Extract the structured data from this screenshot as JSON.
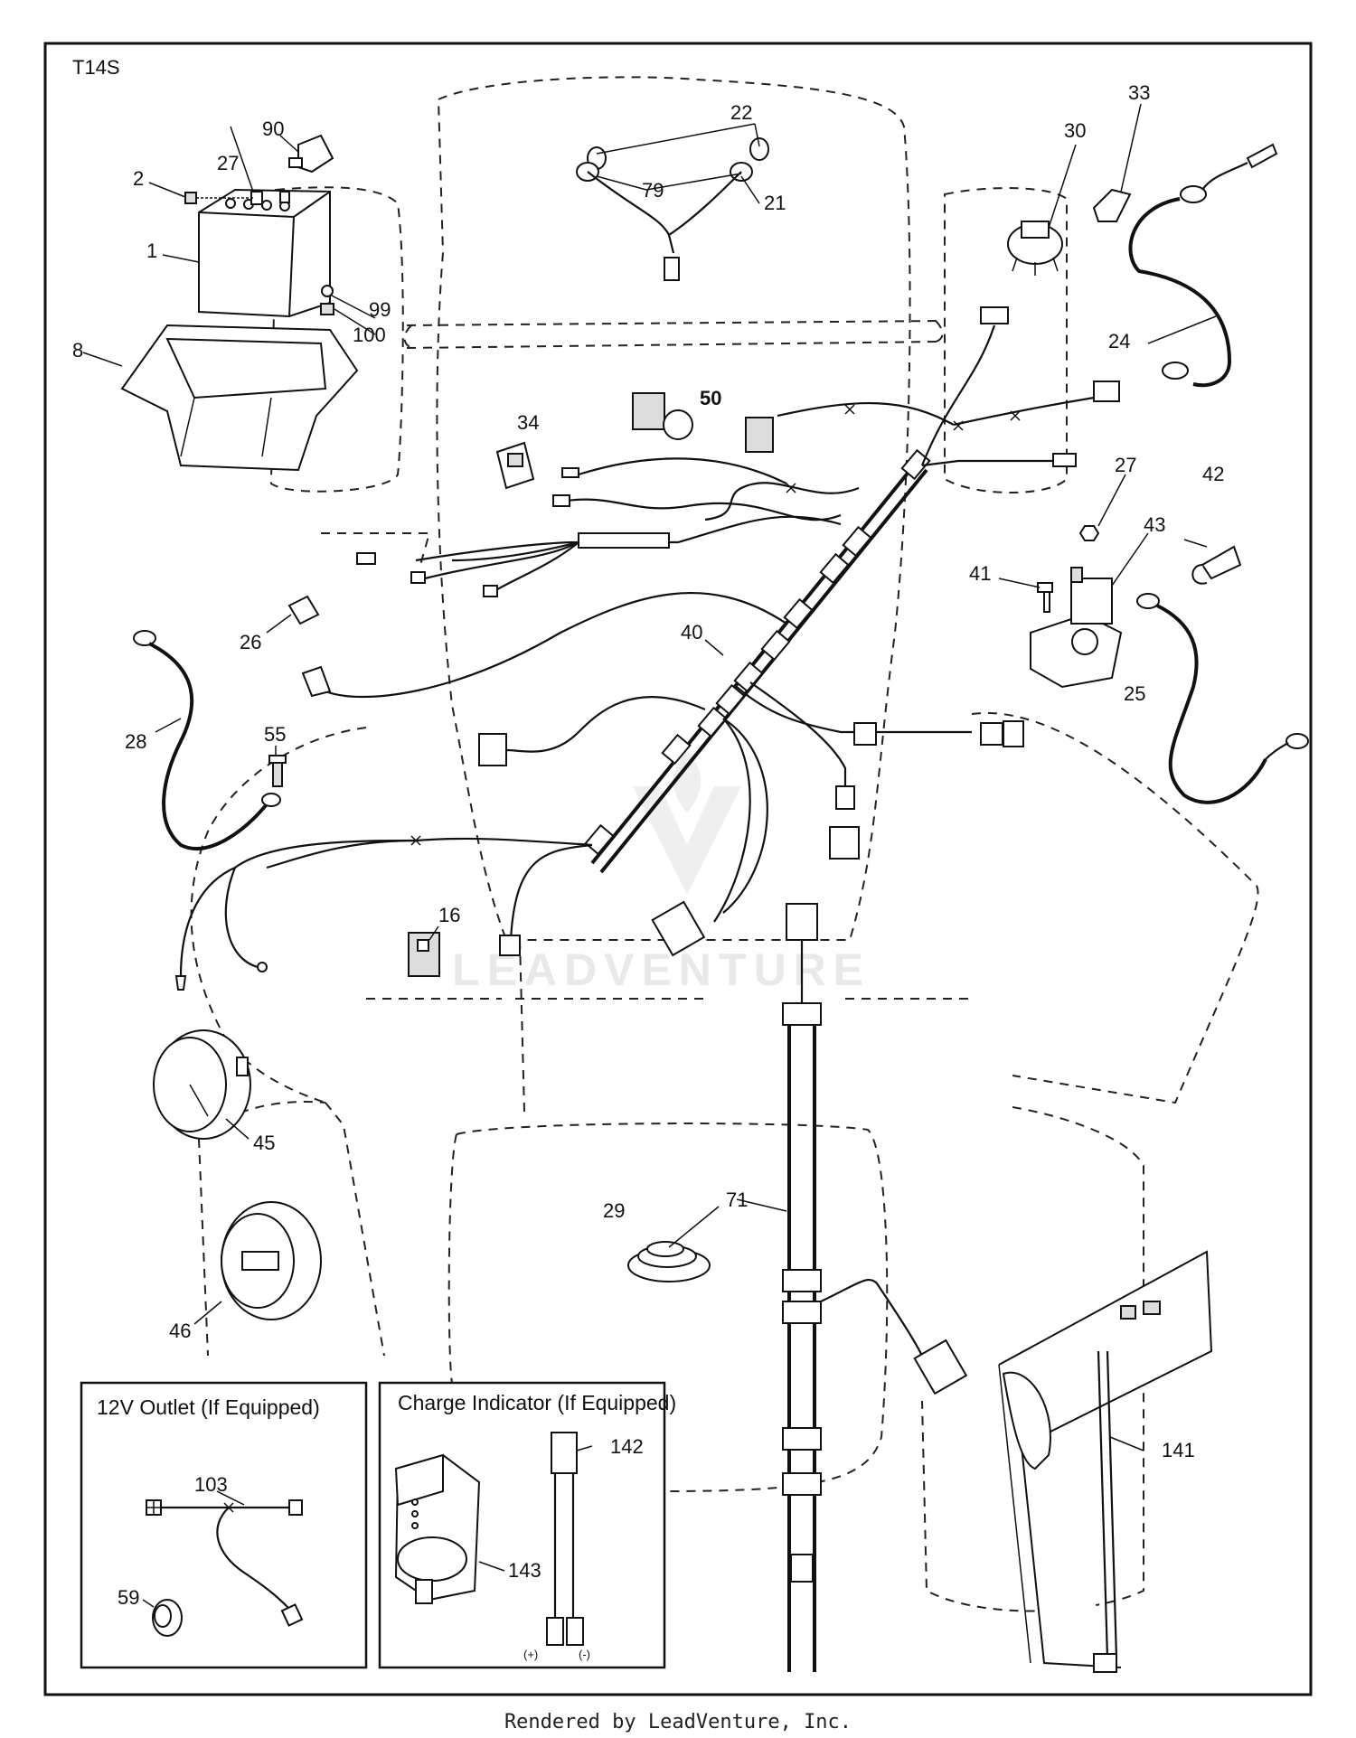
{
  "diagram_code": "T14S",
  "footer": "Rendered by LeadVenture, Inc.",
  "watermark": "LEADVENTURE",
  "boxes": {
    "outlet_title": "12V Outlet (If Equipped)",
    "charge_title": "Charge Indicator (If Equipped)",
    "plus_label": "(+)",
    "minus_label": "(-)"
  },
  "callouts": {
    "c1": "1",
    "c2": "2",
    "c8": "8",
    "c16": "16",
    "c21": "21",
    "c22": "22",
    "c24": "24",
    "c25": "25",
    "c26": "26",
    "c27a": "27",
    "c27b": "27",
    "c28": "28",
    "c29": "29",
    "c30": "30",
    "c33": "33",
    "c34": "34",
    "c40": "40",
    "c41": "41",
    "c42": "42",
    "c43": "43",
    "c45": "45",
    "c46": "46",
    "c50": "50",
    "c55": "55",
    "c59": "59",
    "c71": "71",
    "c79": "79",
    "c90": "90",
    "c99": "99",
    "c100": "100",
    "c103": "103",
    "c141": "141",
    "c142": "142",
    "c143": "143"
  }
}
